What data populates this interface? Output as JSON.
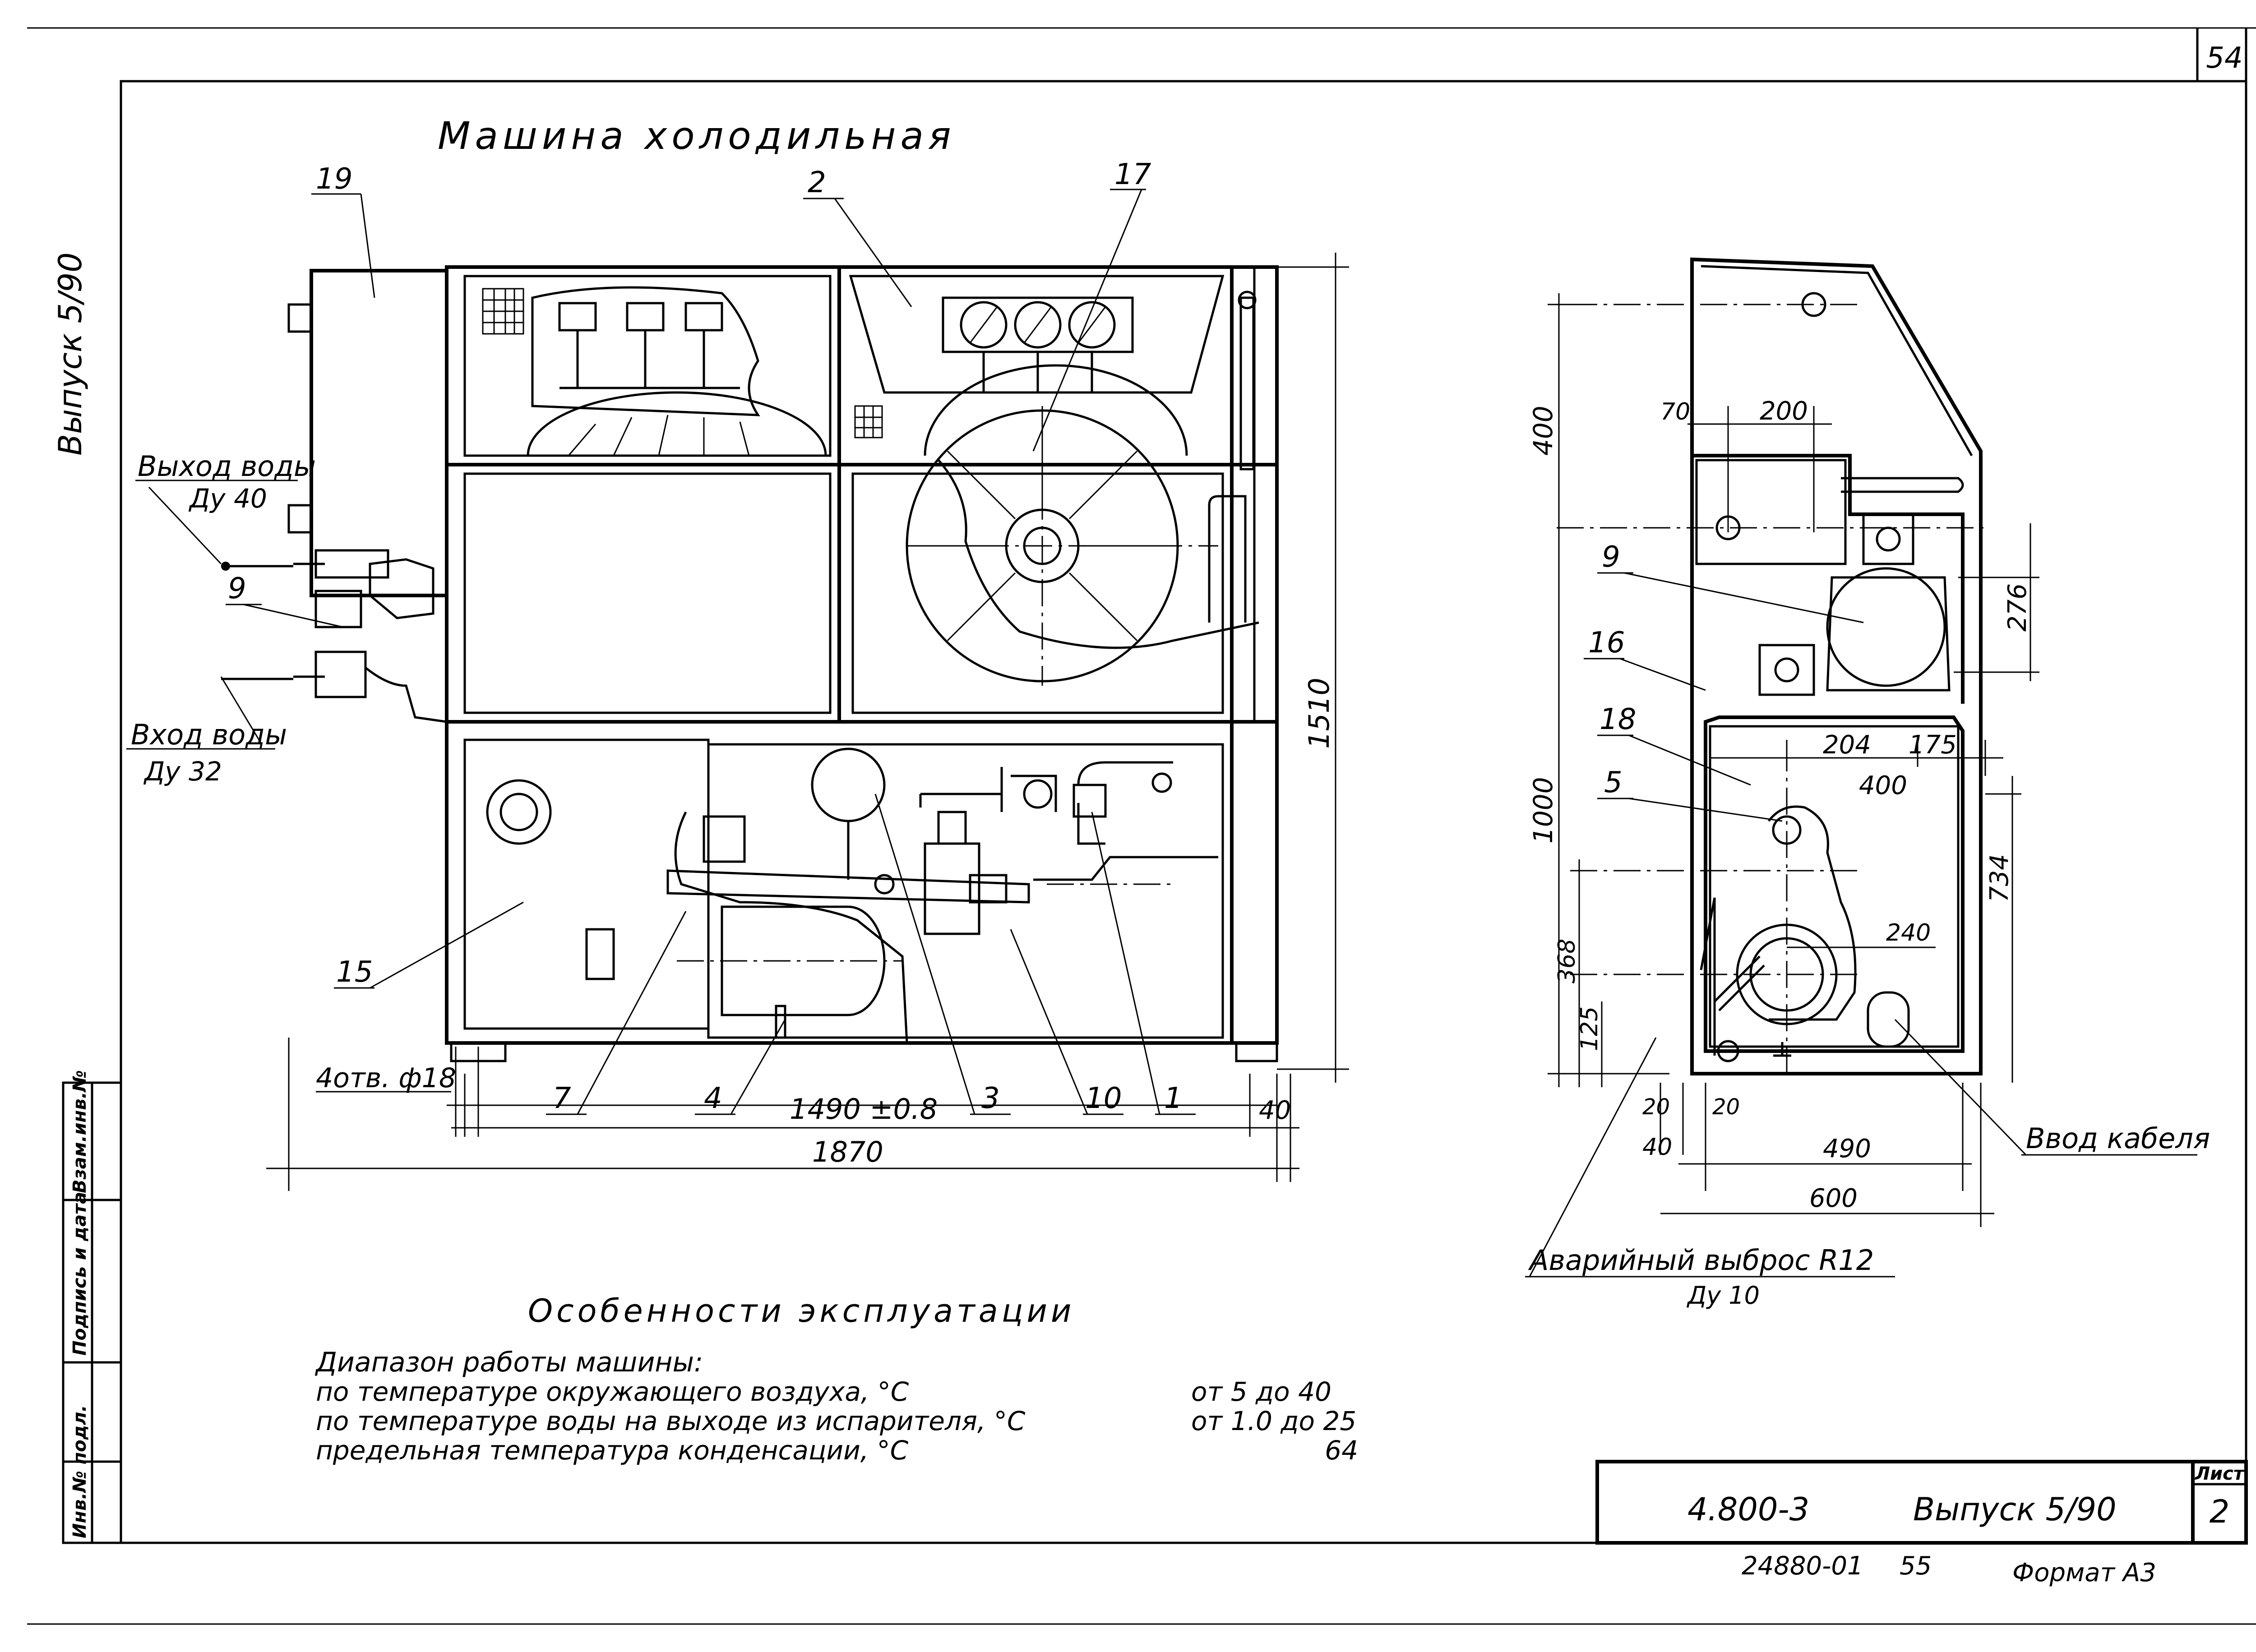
{
  "sheet": {
    "page_number": "54",
    "side_label": "Выпуск 5/90",
    "title": "Машина холодильная",
    "left_stamp_cols": [
      "Инв.№ подл.",
      "Подпись и дата",
      "Взам.инв.№"
    ]
  },
  "front_view": {
    "labels": {
      "water_out": "Выход воды",
      "water_out_dn": "Ду 40",
      "water_in": "Вход воды",
      "water_in_dn": "Ду 32",
      "holes": "4отв. ф18"
    },
    "callouts": [
      "19",
      "2",
      "17",
      "9",
      "15",
      "7",
      "4",
      "3",
      "10",
      "1"
    ],
    "dims": {
      "base": "1490 ±0.8",
      "overall_w": "1870",
      "overall_h": "1510",
      "offset": "40"
    }
  },
  "side_view": {
    "callouts": [
      "9",
      "16",
      "18",
      "5"
    ],
    "dims": {
      "d400v": "400",
      "d70": "70",
      "d200": "200",
      "d276": "276",
      "d204": "204",
      "d175": "175",
      "d400h": "400",
      "d1000": "1000",
      "d734": "734",
      "d368": "368",
      "d125": "125",
      "d240": "240",
      "d20a": "20",
      "d20b": "20",
      "d40": "40",
      "d490": "490",
      "d600": "600"
    },
    "labels": {
      "cable": "Ввод кабеля",
      "relief": "Аварийный выброс R12",
      "relief_dn": "Ду 10"
    }
  },
  "notes": {
    "heading": "Особенности эксплуатации",
    "subheading": "Диапазон работы машины:",
    "rows": [
      {
        "label": "по температуре окружающего воздуха, °С",
        "value": "от 5 до 40"
      },
      {
        "label": "по температуре воды на выходе из испарителя, °С",
        "value": "от 1.0 до 25"
      },
      {
        "label": "предельная температура конденсации, °С",
        "value": "64"
      }
    ]
  },
  "title_block": {
    "designation": "4.800-3",
    "issue": "Выпуск 5/90",
    "sheet_label": "Лист",
    "sheet_no": "2",
    "inv_code": "24880-01",
    "inv_suffix": "55",
    "format": "Формат А3"
  }
}
